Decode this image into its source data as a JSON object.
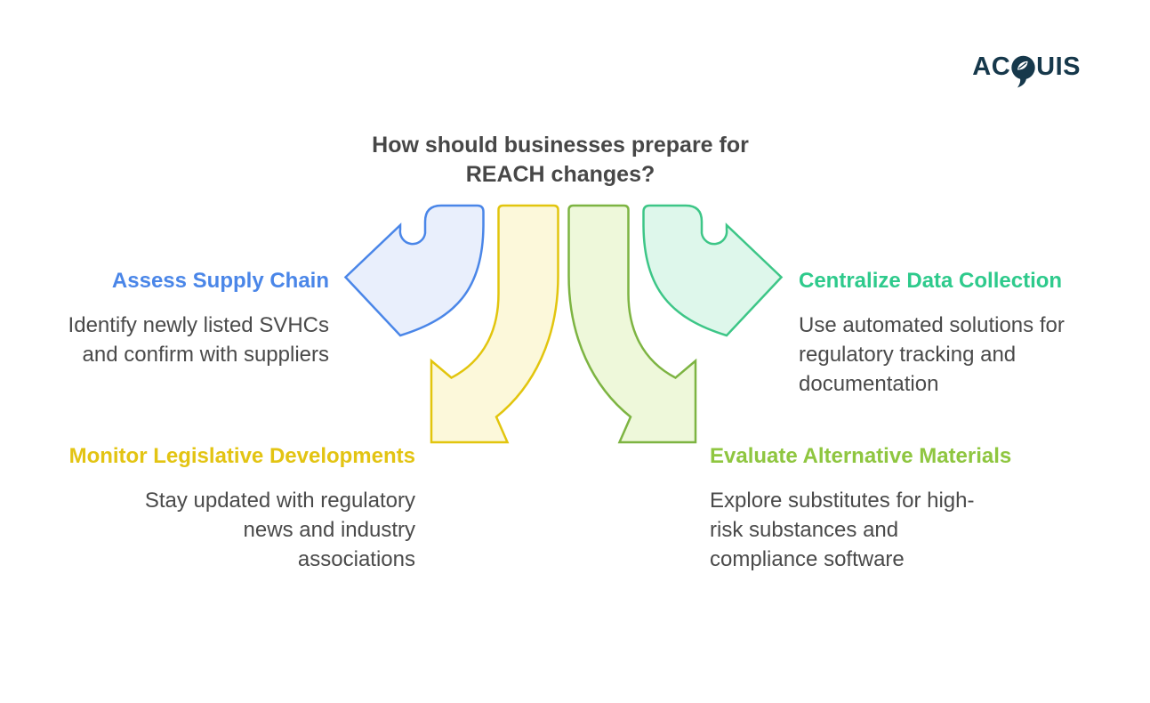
{
  "logo": {
    "name": "ACQUIS",
    "left": "AC",
    "right": "UIS",
    "color": "#16384b",
    "q_icon": "leaf-in-circle-q-icon"
  },
  "title": {
    "text": "How should businesses prepare for\nREACH changes?",
    "color": "#474747"
  },
  "body_color": "#4a4a4a",
  "items": [
    {
      "id": "assess-supply-chain",
      "heading": "Assess Supply Chain",
      "body": "Identify newly listed SVHCs\nand confirm with suppliers",
      "color": "#4a86e8"
    },
    {
      "id": "centralize-data-collection",
      "heading": "Centralize Data Collection",
      "body": "Use automated solutions for\nregulatory tracking and\ndocumentation",
      "color": "#2eca8c"
    },
    {
      "id": "monitor-legislative-developments",
      "heading": "Monitor Legislative Developments",
      "body": "Stay updated with regulatory\nnews and industry\nassociations",
      "color": "#e3c413"
    },
    {
      "id": "evaluate-alternative-materials",
      "heading": "Evaluate Alternative Materials",
      "body": "Explore substitutes for high-\nrisk substances and\ncompliance software",
      "color": "#8fc640"
    }
  ],
  "arrows": [
    {
      "name": "curved-arrow-pointing-left",
      "stroke": "#4a86e8",
      "fill": "#e9effc"
    },
    {
      "name": "curved-arrow-pointing-down-left",
      "stroke": "#e2c50e",
      "fill": "#fcf8da"
    },
    {
      "name": "curved-arrow-pointing-down-right",
      "stroke": "#7db442",
      "fill": "#eef8da"
    },
    {
      "name": "curved-arrow-pointing-right",
      "stroke": "#3dc687",
      "fill": "#def7eb"
    }
  ]
}
